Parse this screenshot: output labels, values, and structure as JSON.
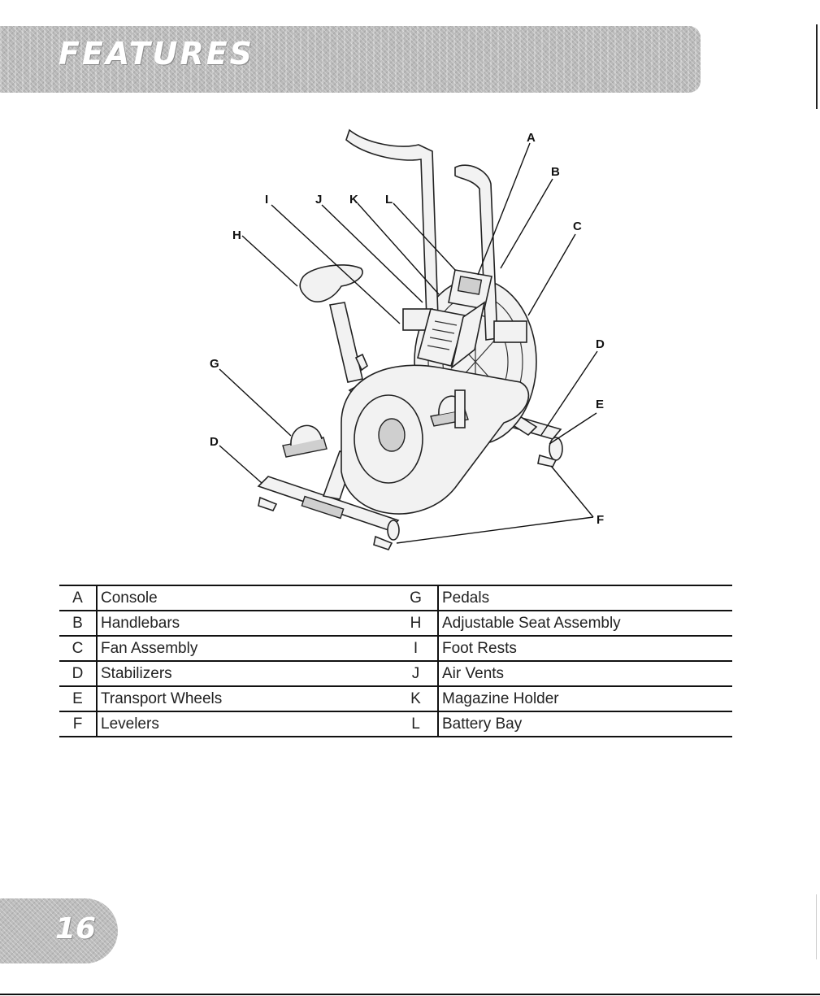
{
  "header": {
    "title": "FEATURES"
  },
  "diagram": {
    "callouts": [
      "A",
      "B",
      "C",
      "D",
      "E",
      "F",
      "G",
      "H",
      "I",
      "J",
      "K",
      "L",
      "D"
    ]
  },
  "features": {
    "rows": [
      {
        "left_key": "A",
        "left_name": "Console",
        "right_key": "G",
        "right_name": "Pedals"
      },
      {
        "left_key": "B",
        "left_name": "Handlebars",
        "right_key": "H",
        "right_name": "Adjustable Seat Assembly"
      },
      {
        "left_key": "C",
        "left_name": "Fan Assembly",
        "right_key": "I",
        "right_name": "Foot Rests"
      },
      {
        "left_key": "D",
        "left_name": "Stabilizers",
        "right_key": "J",
        "right_name": "Air Vents"
      },
      {
        "left_key": "E",
        "left_name": "Transport Wheels",
        "right_key": "K",
        "right_name": "Magazine Holder"
      },
      {
        "left_key": "F",
        "left_name": "Levelers",
        "right_key": "L",
        "right_name": "Battery Bay"
      }
    ]
  },
  "footer": {
    "page_number": "16"
  }
}
